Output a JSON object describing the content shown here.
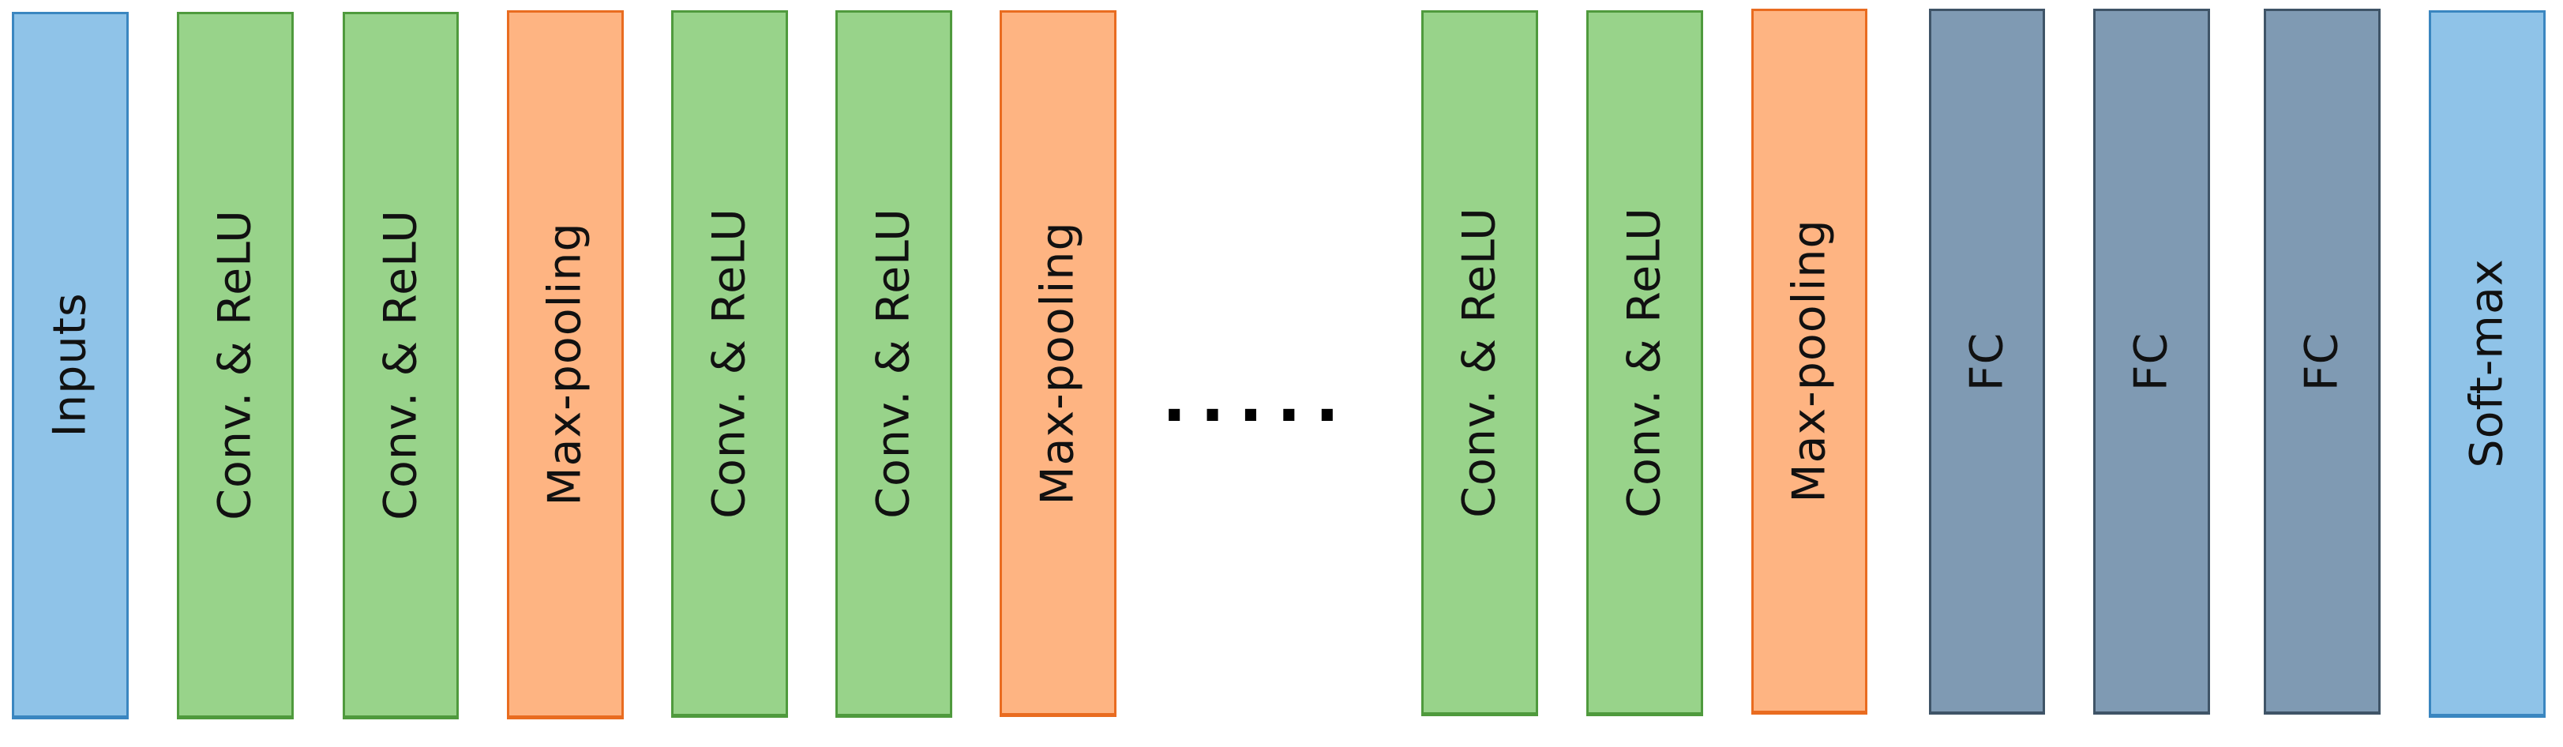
{
  "layers": [
    {
      "label": "Inputs",
      "kind": "input"
    },
    {
      "label": "Conv. & ReLU",
      "kind": "conv"
    },
    {
      "label": "Conv. & ReLU",
      "kind": "conv"
    },
    {
      "label": "Max-pooling",
      "kind": "pool"
    },
    {
      "label": "Conv. & ReLU",
      "kind": "conv"
    },
    {
      "label": "Conv. & ReLU",
      "kind": "conv"
    },
    {
      "label": "Max-pooling",
      "kind": "pool"
    },
    {
      "label": "Conv. & ReLU",
      "kind": "conv"
    },
    {
      "label": "Conv. & ReLU",
      "kind": "conv"
    },
    {
      "label": "Max-pooling",
      "kind": "pool"
    },
    {
      "label": "FC",
      "kind": "fc"
    },
    {
      "label": "FC",
      "kind": "fc"
    },
    {
      "label": "FC",
      "kind": "fc"
    },
    {
      "label": "Soft-max",
      "kind": "softmax"
    }
  ],
  "ellipsis": ".....",
  "colors": {
    "input": "#8fc3e8",
    "conv": "#98d38a",
    "pool": "#feb482",
    "fc": "#7f9ab3",
    "softmax": "#8fc3e8"
  }
}
